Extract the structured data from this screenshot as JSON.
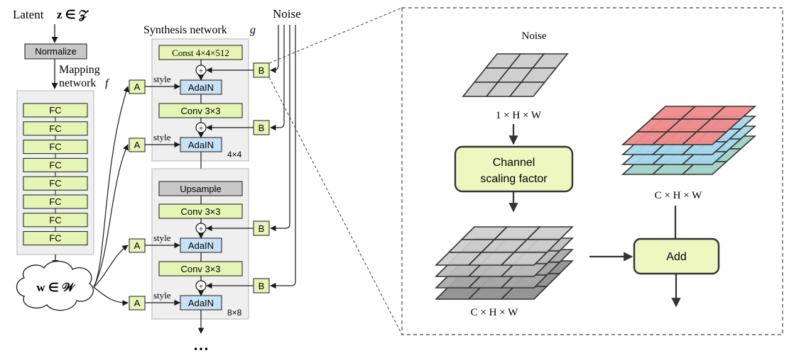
{
  "colors": {
    "fc_fill": "#e6f5b5",
    "adain_fill": "#c9e1f5",
    "gray_box": "#c8c8c8",
    "panel_fill": "#efefef",
    "green_module": "#eef7bf",
    "red_layer": "#f08a8a",
    "blue_layer": "#a6d8ec",
    "teal_layer": "#9fd2c6",
    "gray_layer": "#d2d2d2"
  },
  "left": {
    "latent_label": "Latent",
    "latent_math": "z ∈ 𝒵",
    "normalize": "Normalize",
    "mapping_label_1": "Mapping",
    "mapping_label_2": "network",
    "mapping_label_f": "f",
    "fc_layers": [
      "FC",
      "FC",
      "FC",
      "FC",
      "FC",
      "FC",
      "FC",
      "FC"
    ],
    "w_math": "w ∈ 𝒲",
    "synthesis_title": "Synthesis network",
    "synthesis_g": "g",
    "noise": "Noise",
    "const": "Const 4×4×512",
    "plus": "+",
    "a_label": "A",
    "b_label": "B",
    "style": "style",
    "adain": "AdaIN",
    "conv": "Conv 3×3",
    "res_4": "4×4",
    "upsample": "Upsample",
    "res_8": "8×8",
    "ellipsis": "…"
  },
  "right": {
    "noise_title": "Noise",
    "noise_dim": "1 × H × W",
    "channel_line1": "Channel",
    "channel_line2": "scaling factor",
    "stack_dim_left": "C × H × W",
    "stack_dim_right": "C × H × W",
    "add": "Add"
  }
}
